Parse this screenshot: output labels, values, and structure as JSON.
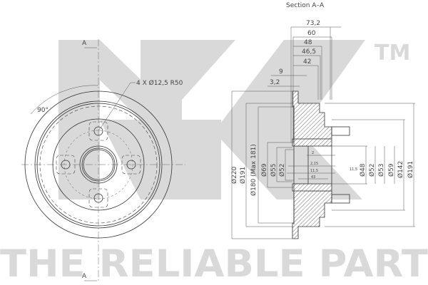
{
  "watermark": {
    "logo": "NK",
    "trademark": "TM",
    "slogan": "THE RELIABLE PART",
    "color": "#d9d9d9"
  },
  "front_view": {
    "section_marker_top": "A",
    "section_marker_bottom": "A",
    "angle_label": "90°",
    "hole_callout": "4 X Ø12,5 R50"
  },
  "section_view": {
    "title": "Section A–A",
    "horizontal_dims": [
      "73,2",
      "60",
      "48",
      "46,5",
      "42",
      "9",
      "3,2"
    ],
    "left_diameters": [
      "Ø220",
      "Ø191",
      "Ø180 (Max 181)",
      "Ø69",
      "Ø55",
      "Ø52"
    ],
    "hub_small_dims": [
      "2",
      "2,15",
      "11,5",
      "43"
    ],
    "hub_side_dim": "11,5",
    "right_diameters": [
      "Ø48",
      "Ø52",
      "Ø53",
      "Ø59",
      "Ø142",
      "Ø191"
    ]
  }
}
